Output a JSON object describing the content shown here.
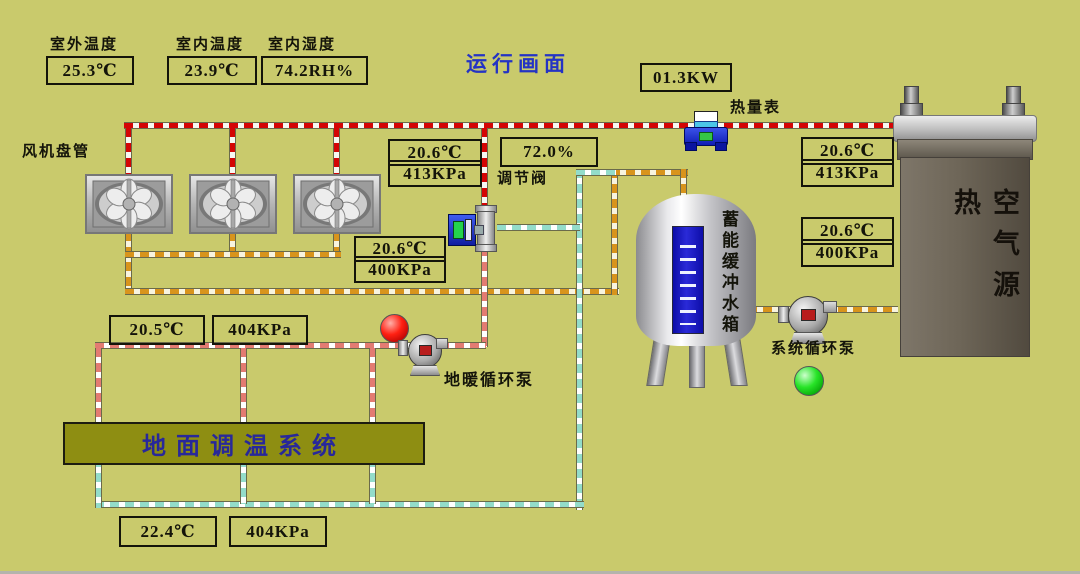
{
  "header": {
    "title": "运行画面"
  },
  "sensors": {
    "outdoor": {
      "label": "室外温度",
      "value": "25.3℃"
    },
    "indoor_temp": {
      "label": "室内温度",
      "value": "23.9℃"
    },
    "indoor_humidity": {
      "label": "室内湿度",
      "value": "74.2RH%"
    }
  },
  "heat_meter": {
    "power": "01.3KW",
    "label": "热量表"
  },
  "fan_coils": {
    "label": "风机盘管"
  },
  "supply_panel": {
    "temp": "20.6℃",
    "pressure": "413KPa"
  },
  "valve": {
    "opening": "72.0%",
    "label": "调节阀"
  },
  "return_panel": {
    "temp": "20.6℃",
    "pressure": "400KPa"
  },
  "floor": {
    "supply_temp": "20.5℃",
    "supply_pressure": "404KPa",
    "pump_label": "地暖循环泵",
    "system_label": "地面调温系统",
    "return_temp": "22.4℃",
    "return_pressure": "404KPa"
  },
  "tank": {
    "label": "蓄能缓冲水箱"
  },
  "system_pump": {
    "label": "系统循环泵"
  },
  "heat_source": {
    "label": "空气源热",
    "top_temp": "20.6℃",
    "top_pressure": "413KPa",
    "bottom_temp": "20.6℃",
    "bottom_pressure": "400KPa"
  },
  "colors": {
    "background": "#c9ca6c",
    "title_blue": "#2433c4",
    "bar_background": "#8e8e12",
    "bar_text": "#28289a",
    "pipe_hot_red": "#d40505",
    "pipe_warm_yellow": "#d8941c",
    "pipe_cool_cyan": "#93dcca",
    "pipe_return_pink": "#e37b72",
    "lamp_red": "#ff2012",
    "lamp_green": "#28e428"
  }
}
